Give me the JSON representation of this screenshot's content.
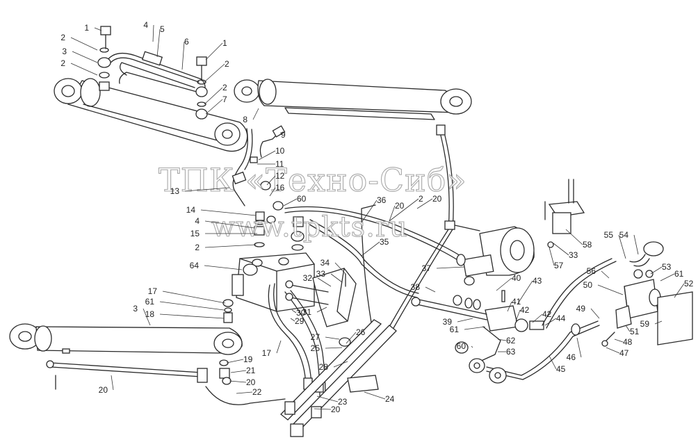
{
  "watermark": {
    "line1": "ТПК «Техно-Сиб»",
    "line2": "www.tpkts.ru"
  },
  "labels": [
    "1",
    "2",
    "3",
    "2",
    "4",
    "5",
    "6",
    "1",
    "2",
    "2",
    "7",
    "8",
    "9",
    "10",
    "11",
    "12",
    "13",
    "16",
    "60",
    "36",
    "20",
    "20",
    "14",
    "4",
    "15",
    "2",
    "64",
    "35",
    "34",
    "33",
    "32",
    "37",
    "38",
    "40",
    "58",
    "57",
    "33",
    "55",
    "54",
    "56",
    "53",
    "61",
    "52",
    "50",
    "43",
    "41",
    "42",
    "42",
    "44",
    "49",
    "51",
    "48",
    "47",
    "59",
    "39",
    "61",
    "62",
    "60",
    "63",
    "45",
    "46",
    "17",
    "61",
    "18",
    "3",
    "31",
    "30",
    "29",
    "17",
    "27",
    "26",
    "25",
    "28",
    "24",
    "23",
    "20",
    "2",
    "19",
    "21",
    "20",
    "22",
    "20"
  ]
}
